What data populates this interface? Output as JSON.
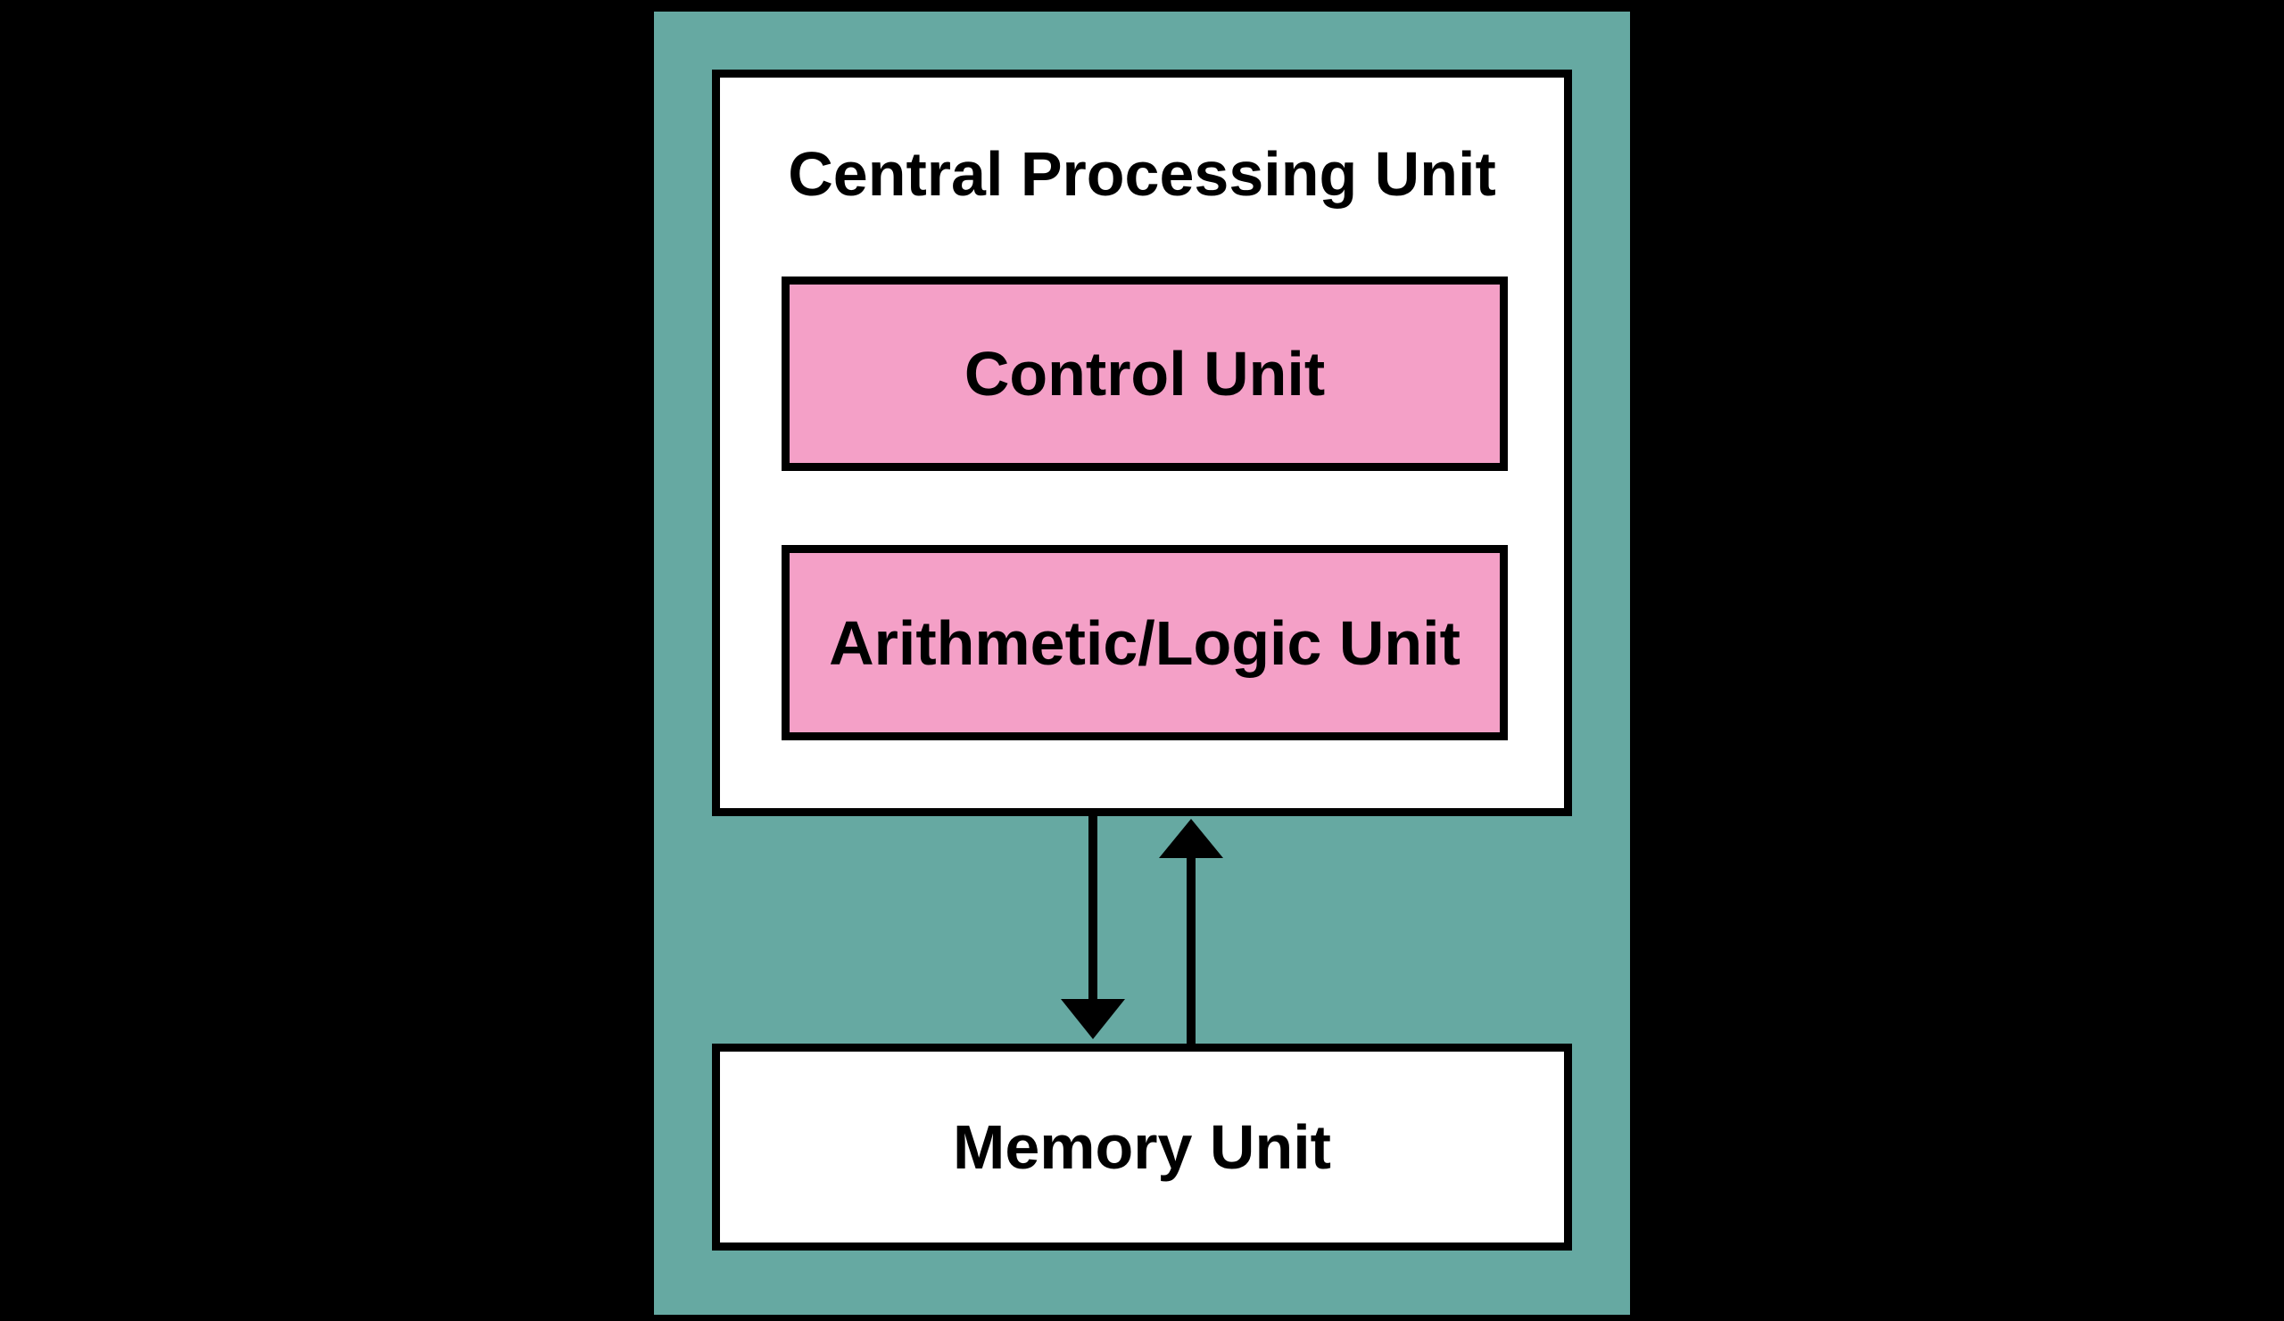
{
  "diagram": {
    "cpu": {
      "title": "Central Processing Unit"
    },
    "control_unit": {
      "label": "Control Unit"
    },
    "alu": {
      "label": "Arithmetic/Logic Unit"
    },
    "memory": {
      "label": "Memory Unit"
    },
    "arrows": [
      {
        "name": "cpu-to-memory",
        "direction": "down"
      },
      {
        "name": "memory-to-cpu",
        "direction": "up"
      }
    ],
    "colors": {
      "background": "#000000",
      "panel_teal": "#66A9A2",
      "unit_pink": "#F4A0C7",
      "box_white": "#FFFFFF",
      "outline_black": "#000000"
    }
  }
}
